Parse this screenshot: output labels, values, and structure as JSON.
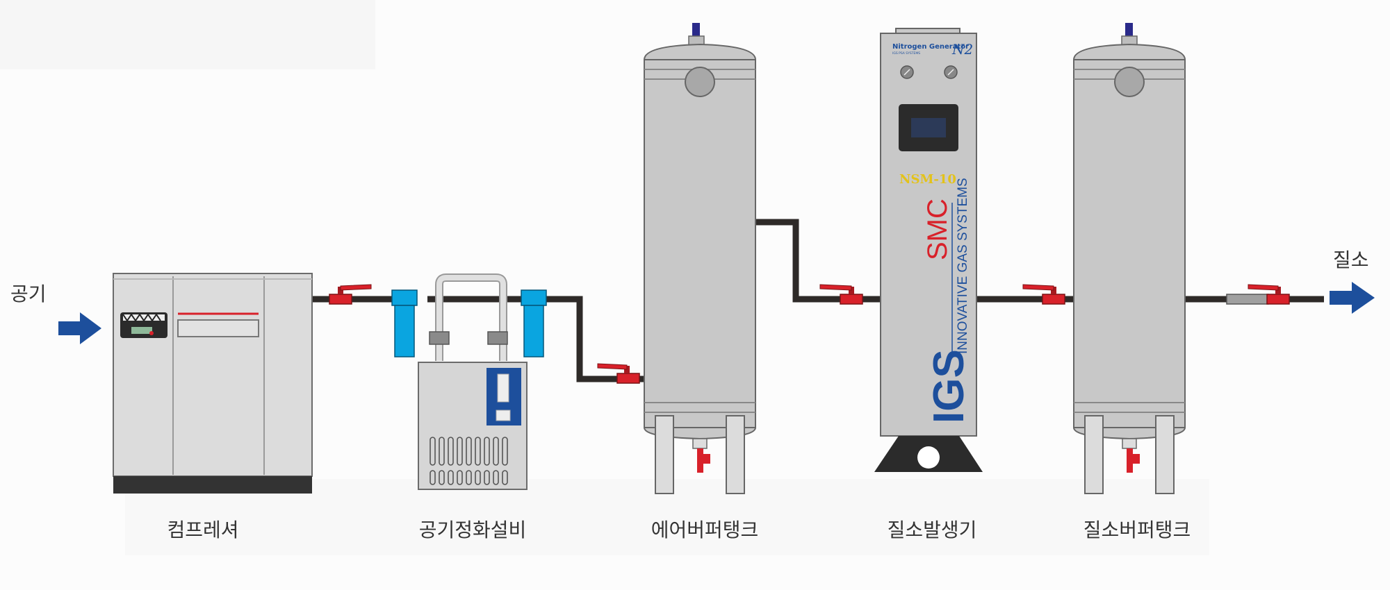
{
  "labels": {
    "input": "공기",
    "output": "질소",
    "compressor": "컴프레셔",
    "air_purifier": "공기정화설비",
    "air_buffer_tank": "에어버퍼탱크",
    "nitrogen_generator": "질소발생기",
    "nitrogen_buffer_tank": "질소버퍼탱크"
  },
  "generator_panel": {
    "title": "Nitrogen Generator",
    "subtitle": "IGS PSA SYSTEMS",
    "symbol": "N2",
    "model": "NSM-10",
    "brand": "SMC",
    "tagline": "INNOVATIVE GAS SYSTEMS",
    "logo": "IGS"
  },
  "colors": {
    "pipe": "#2e2a28",
    "valve": "#d8212a",
    "arrow": "#1d4f9c",
    "tank": "#c8c8c8",
    "filter": "#0aa5e0",
    "model_text": "#e3c21a",
    "brand_text": "#d8212a",
    "panel_blue": "#1d4f9c"
  }
}
